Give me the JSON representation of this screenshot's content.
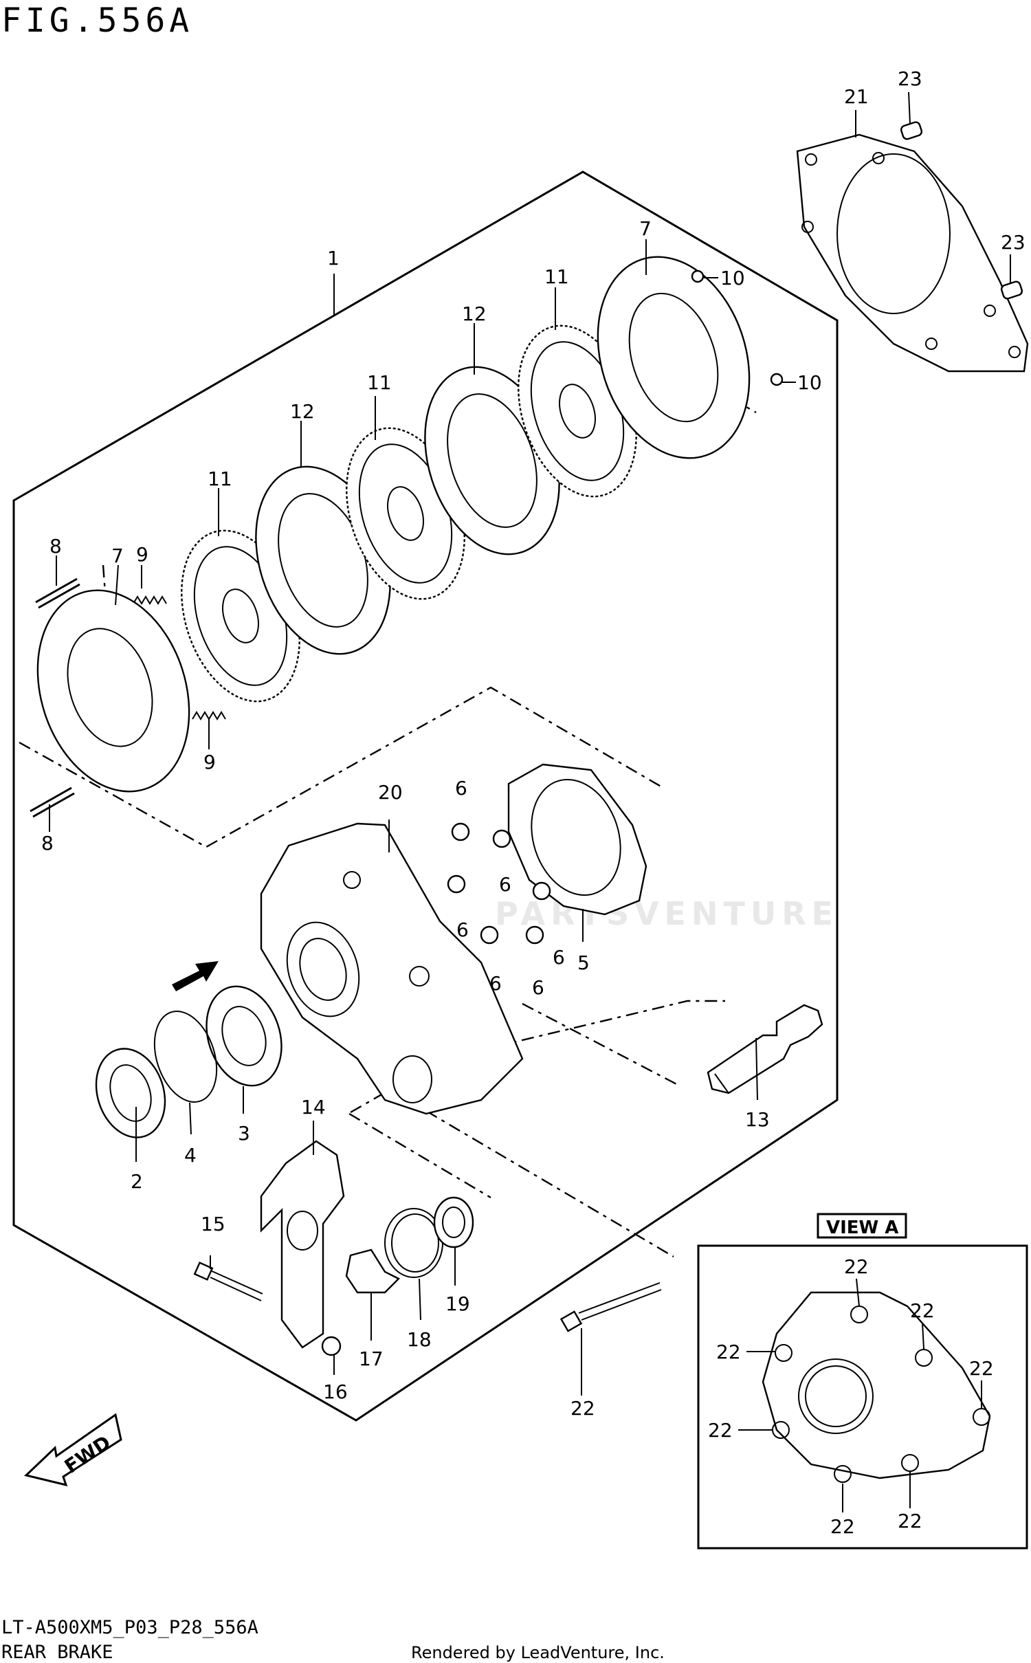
{
  "header": {
    "figure_title": "FIG.556A"
  },
  "footer": {
    "code": "LT-A500XM5_P03_P28_556A",
    "section": "REAR BRAKE",
    "credit": "Rendered by LeadVenture, Inc."
  },
  "view_box_label": "VIEW A",
  "watermark": "PARTSVENTURE",
  "callouts": [
    {
      "id": "c1",
      "text": "1"
    },
    {
      "id": "c2",
      "text": "2"
    },
    {
      "id": "c3",
      "text": "3"
    },
    {
      "id": "c4",
      "text": "4"
    },
    {
      "id": "c5",
      "text": "5"
    },
    {
      "id": "c6a",
      "text": "6"
    },
    {
      "id": "c6b",
      "text": "6"
    },
    {
      "id": "c6c",
      "text": "6"
    },
    {
      "id": "c6d",
      "text": "6"
    },
    {
      "id": "c6e",
      "text": "6"
    },
    {
      "id": "c6f",
      "text": "6"
    },
    {
      "id": "c7a",
      "text": "7"
    },
    {
      "id": "c7b",
      "text": "7"
    },
    {
      "id": "c8a",
      "text": "8"
    },
    {
      "id": "c8b",
      "text": "8"
    },
    {
      "id": "c9a",
      "text": "9"
    },
    {
      "id": "c9b",
      "text": "9"
    },
    {
      "id": "c10a",
      "text": "10"
    },
    {
      "id": "c10b",
      "text": "10"
    },
    {
      "id": "c11a",
      "text": "11"
    },
    {
      "id": "c11b",
      "text": "11"
    },
    {
      "id": "c11c",
      "text": "11"
    },
    {
      "id": "c12a",
      "text": "12"
    },
    {
      "id": "c12b",
      "text": "12"
    },
    {
      "id": "c13",
      "text": "13"
    },
    {
      "id": "c14",
      "text": "14"
    },
    {
      "id": "c15",
      "text": "15"
    },
    {
      "id": "c16",
      "text": "16"
    },
    {
      "id": "c17",
      "text": "17"
    },
    {
      "id": "c18",
      "text": "18"
    },
    {
      "id": "c19",
      "text": "19"
    },
    {
      "id": "c20",
      "text": "20"
    },
    {
      "id": "c21",
      "text": "21"
    },
    {
      "id": "c22main",
      "text": "22"
    },
    {
      "id": "c23a",
      "text": "23"
    },
    {
      "id": "c23b",
      "text": "23"
    },
    {
      "id": "v22a",
      "text": "22"
    },
    {
      "id": "v22b",
      "text": "22"
    },
    {
      "id": "v22c",
      "text": "22"
    },
    {
      "id": "v22d",
      "text": "22"
    },
    {
      "id": "v22e",
      "text": "22"
    },
    {
      "id": "v22f",
      "text": "22"
    },
    {
      "id": "v22g",
      "text": "22"
    }
  ],
  "icons": {
    "fwd_arrow": "fwd-arrow-icon",
    "direction_arrow": "view-direction-arrow-icon"
  },
  "fwd_label": "FWD"
}
